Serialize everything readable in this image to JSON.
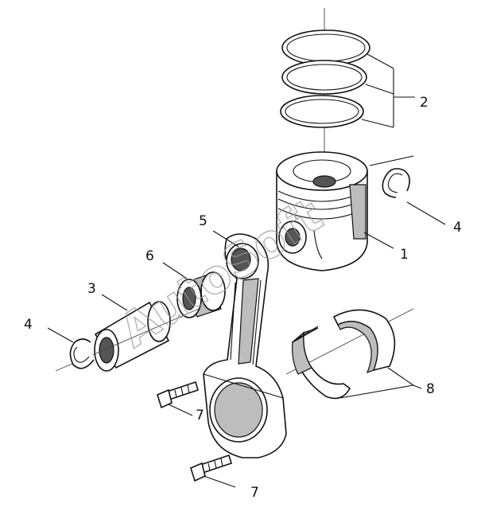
{
  "watermark": "AutoSoft",
  "callouts": {
    "piston": "1",
    "rings": "2",
    "pin": "3",
    "clip_right": "4",
    "clip_left": "4",
    "rod": "5",
    "bushing": "6",
    "bolt_upper": "7",
    "bolt_lower": "7",
    "bearings": "8"
  }
}
